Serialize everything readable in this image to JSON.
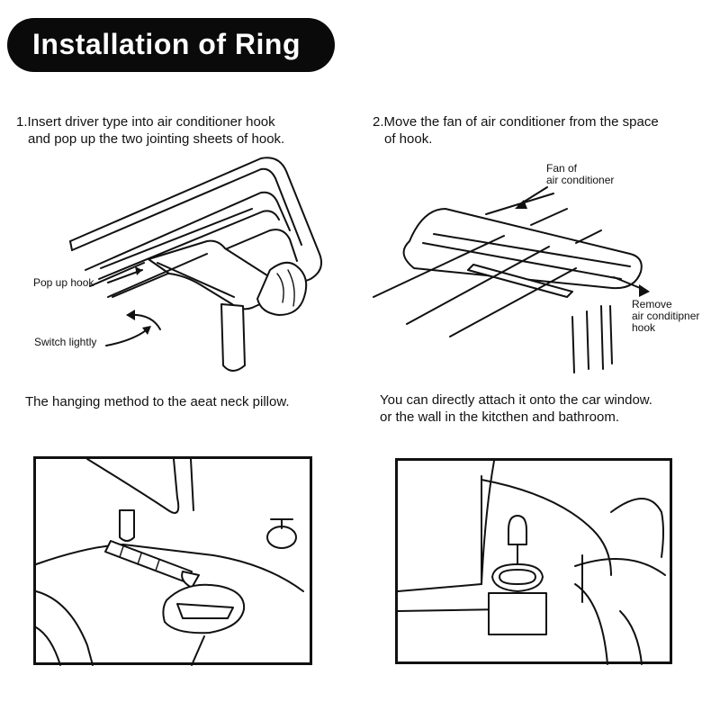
{
  "banner": {
    "title": "Installation of Ring"
  },
  "steps": {
    "step1": {
      "line1": "1.Insert driver type into air conditioner hook",
      "line2": "and pop up the two jointing sheets of hook."
    },
    "step2": {
      "line1": "2.Move the fan of air conditioner from the space",
      "line2": "of hook."
    }
  },
  "labels": {
    "pop_up_hook": "Pop up hook",
    "switch_lightly": "Switch lightly",
    "fan_line1": "Fan of",
    "fan_line2": "air conditioner",
    "remove_line1": "Remove",
    "remove_line2": "air conditipner",
    "remove_line3": "hook"
  },
  "methods": {
    "pillow": "The hanging method to the aeat neck pillow.",
    "window_line1": "You can directly attach it onto the car window.",
    "window_line2": "or the wall in the kitcthen and bathroom."
  }
}
